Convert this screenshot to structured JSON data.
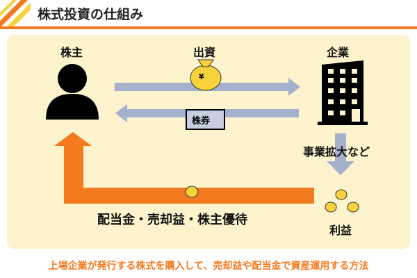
{
  "title": "株式投資の仕組み",
  "labels": {
    "shareholder": "株主",
    "investment": "出資",
    "company": "企業",
    "expansion": "事業拡大など",
    "returns": "配当金・売却益・株主優待",
    "profit": "利益",
    "stock_certificate": "株券",
    "yen": "¥"
  },
  "caption": "上場企業が発行する株式を購入して、売却益や配当金で資産運用する方法",
  "colors": {
    "accent": "#f47a20",
    "panel": "#fdf3cc",
    "arrow": "#a4b0cc",
    "bag": "#f8d23a"
  }
}
